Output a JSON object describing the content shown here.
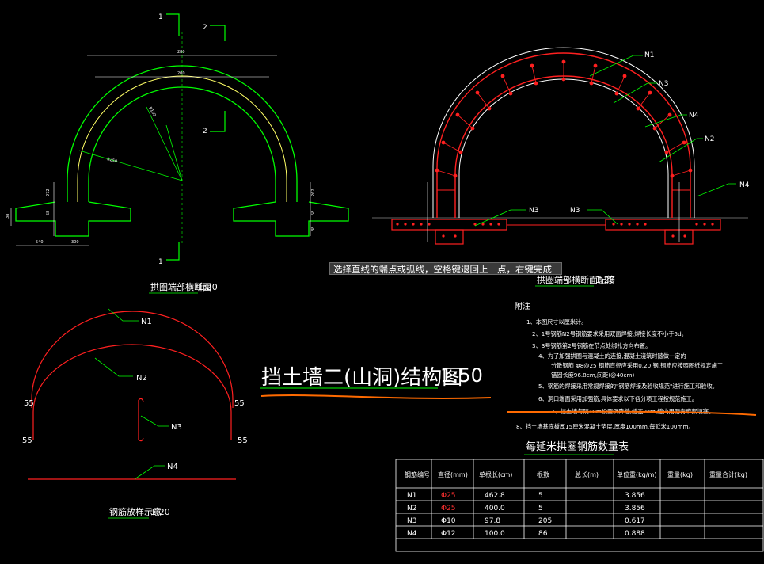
{
  "drawing": {
    "main_title": "挡土墙二(山洞)结构图",
    "main_scale": "1:50",
    "section_labels": {
      "end_section": "拱圈端部横断面",
      "end_section_scale": "1:20",
      "end_rebar": "拱圈端部横断面配筋",
      "end_rebar_scale": "1:20",
      "rebar_sample": "钢筋放样示意",
      "rebar_sample_scale": "1:20"
    },
    "section_marks": [
      "1",
      "2",
      "2",
      "1"
    ],
    "rebar_tags": {
      "n1": "N1",
      "n2": "N2",
      "n3": "N3",
      "n4": "N4"
    },
    "sample_dims": [
      "55",
      "55",
      "55",
      "55"
    ],
    "small_dims": [
      "280",
      "200",
      "R150",
      "R250",
      "272",
      "58",
      "38",
      "540",
      "300",
      "262",
      "58",
      "38"
    ]
  },
  "command_tip": "选择直线的端点或弧线，空格键退回上一点，右键完成",
  "notes": {
    "heading": "附注",
    "items": [
      "1、本图尺寸以厘米计。",
      "2、1号钢筋N2号钢筋要求采用双面焊接,焊接长度不小于5d。",
      "3、3号钢筋第2号钢筋在节点处绑扎方向布置。",
      "4、为了加强拱圈与混凝土的连接,混凝土浇筑时随做一定的",
      "分散钢筋 Φ8@25 钢筋直径应采用0.20 钢,钢筋应按照图纸规定施工",
      "锚固长度96.8cm,间距(@40cm)",
      "5、钢筋的焊接采用常规焊接的\"钢筋焊接及验收规范\"进行施工和验收。",
      "6、洞口端面采用加强筋,具体要求以下各分项工程按规范施工。",
      "7、挡土墙每隔10m设置沉降缝,缝宽2cm,缝内用沥青麻絮填塞。",
      "8、挡土墙基底板厚15厘米混凝土垫层,厚度100mm,每延米100mm。"
    ]
  },
  "quantity_table": {
    "title": "每延米拱圈钢筋数量表",
    "headers": [
      "钢筋编号",
      "直径(mm)",
      "单根长(cm)",
      "根数",
      "总长(m)",
      "单位重(kg/m)",
      "重量(kg)",
      "重量合计(kg)"
    ],
    "rows": [
      [
        "N1",
        "Φ25",
        "462.8",
        "5",
        "",
        "3.856",
        "",
        ""
      ],
      [
        "N2",
        "Φ25",
        "400.0",
        "5",
        "",
        "3.856",
        "",
        ""
      ],
      [
        "N3",
        "Φ10",
        "97.8",
        "205",
        "",
        "0.617",
        "",
        ""
      ],
      [
        "N4",
        "Φ12",
        "100.0",
        "86",
        "",
        "0.888",
        "",
        ""
      ]
    ]
  },
  "colors": {
    "background": "#000000",
    "outline_green": "#00ff00",
    "inner_yellow": "#ffff66",
    "rebar_red": "#ff2020",
    "dim_white": "#ffffff",
    "highlight_orange": "#ff6a00",
    "table_red": "#ff3030"
  }
}
